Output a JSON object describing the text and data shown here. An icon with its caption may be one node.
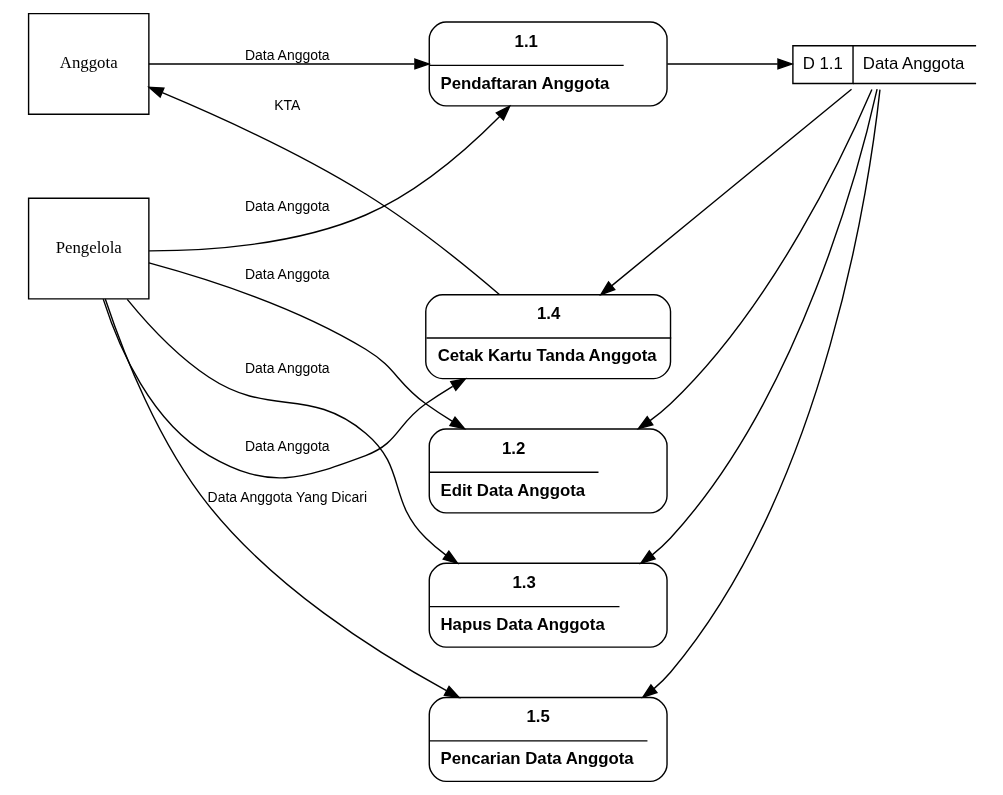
{
  "diagram": {
    "nodes": [
      {
        "text": [
          "Anggota"
        ]
      },
      {
        "text": [
          "Pengelola"
        ]
      },
      {
        "text": [
          "1.1",
          "Pendaftaran Anggota"
        ]
      },
      {
        "text": [
          "D 1.1",
          "Data Anggota"
        ]
      },
      {
        "text": [
          "1.2",
          "Edit Data Anggota"
        ]
      },
      {
        "text": [
          "1.3",
          "Hapus Data Anggota"
        ]
      },
      {
        "text": [
          "1.4",
          "Cetak Kartu Tanda Anggota"
        ]
      },
      {
        "text": [
          "1.5",
          "Pencarian Data Anggota"
        ]
      }
    ],
    "edges": [
      {
        "from": 0,
        "to": 2,
        "arrow": "to",
        "label": "Data Anggota"
      },
      {
        "from": 1,
        "to": 2,
        "arrow": "to",
        "label": "Data Anggota"
      },
      {
        "from": 2,
        "to": 3,
        "arrow": "to"
      },
      {
        "from": 3,
        "to": 4,
        "arrow": "to"
      },
      {
        "from": 1,
        "to": 4,
        "arrow": "to",
        "label": "Data Anggota"
      },
      {
        "from": 3,
        "to": 5,
        "arrow": "to"
      },
      {
        "from": 1,
        "to": 5,
        "arrow": "to",
        "label": "Data Anggota"
      },
      {
        "from": 3,
        "to": 6,
        "arrow": "to"
      },
      {
        "from": 1,
        "to": 6,
        "arrow": "to",
        "label": "Data Anggota"
      },
      {
        "from": 6,
        "to": 0,
        "arrow": "to",
        "label": "KTA"
      },
      {
        "from": 3,
        "to": 7,
        "arrow": "to"
      },
      {
        "from": 1,
        "to": 7,
        "arrow": "to",
        "label": "Data Anggota Yang Dicari"
      }
    ]
  }
}
